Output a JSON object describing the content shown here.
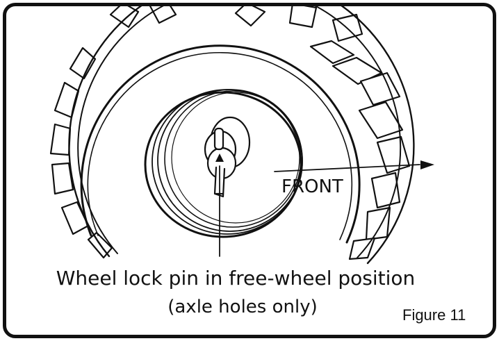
{
  "direction_label": "FRONT",
  "callout": {
    "line1": "Wheel lock pin in free-wheel position",
    "line2": "(axle holes only)"
  },
  "figure_label": "Figure 11"
}
